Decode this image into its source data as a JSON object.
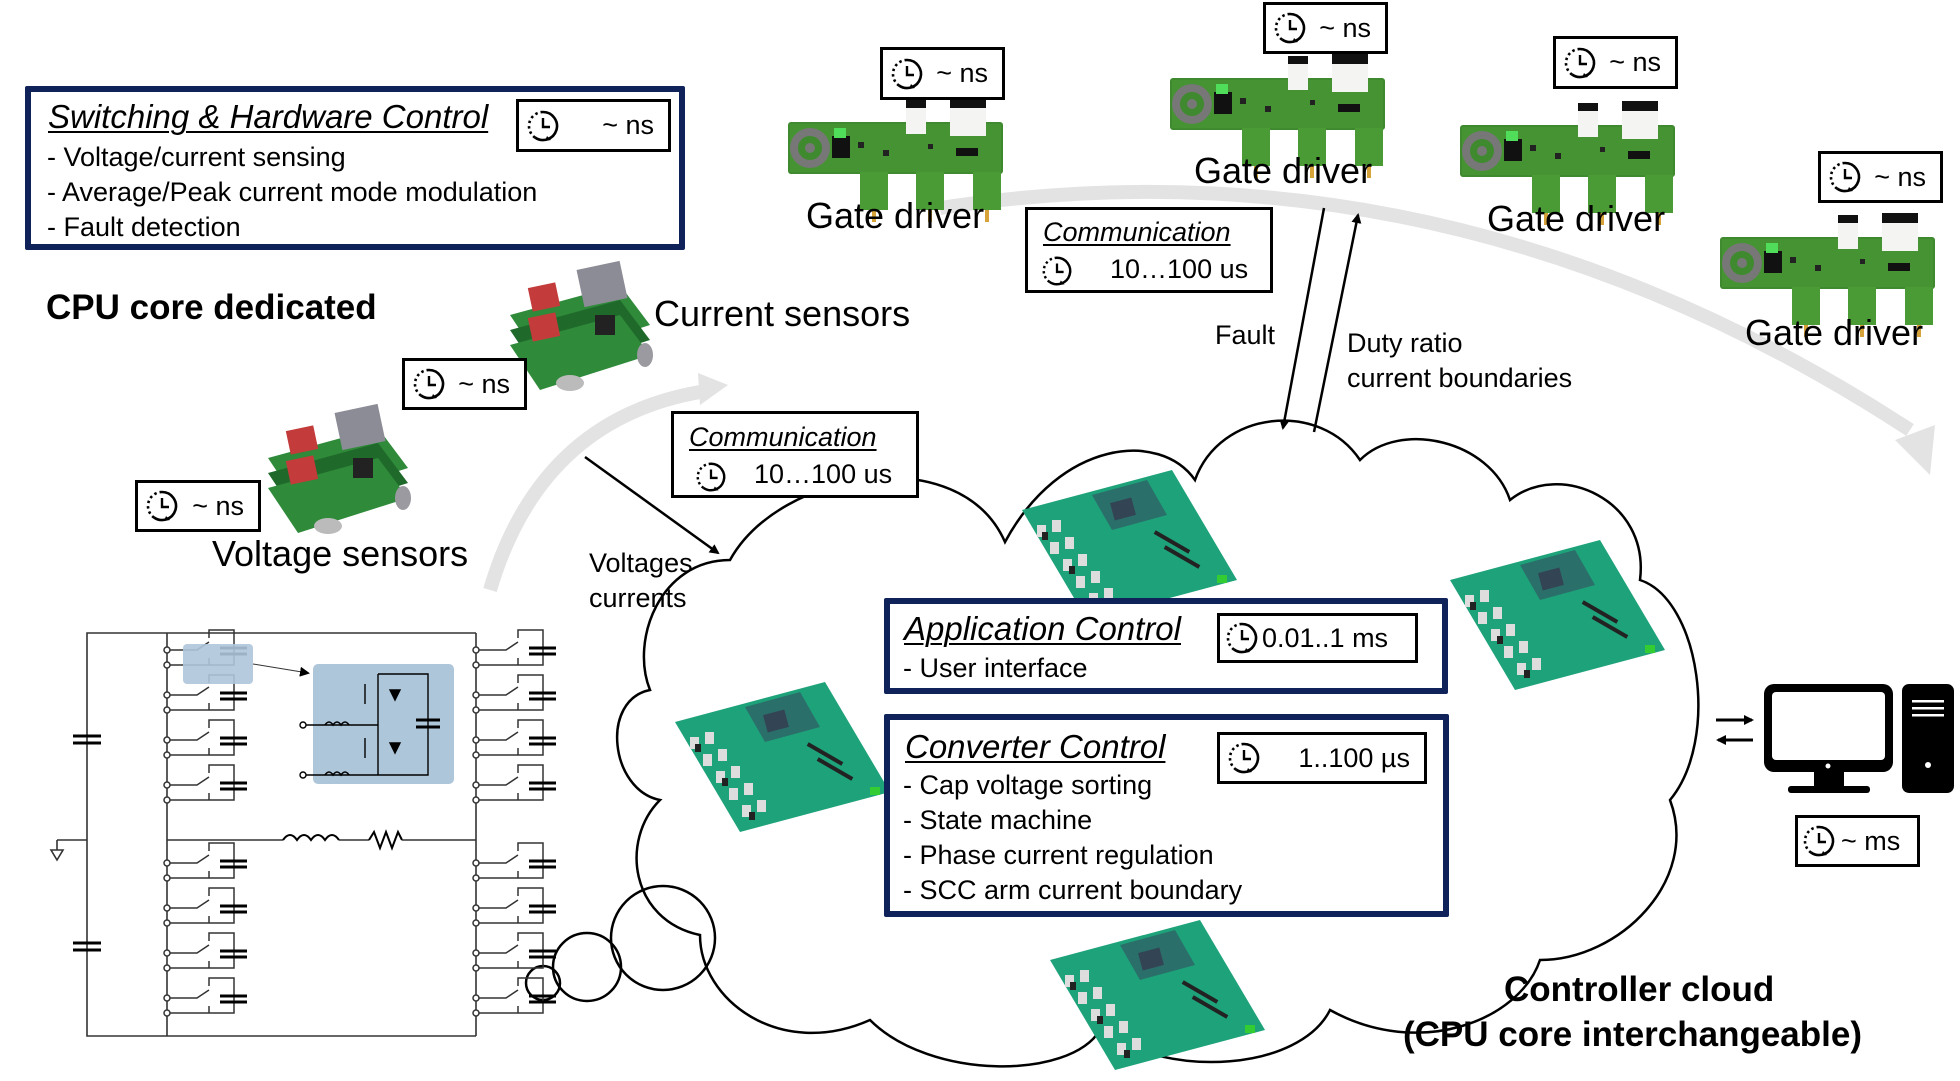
{
  "switching_box": {
    "title": "Switching & Hardware Control",
    "timing": "~ ns",
    "bullets": [
      "- Voltage/current sensing",
      "- Average/Peak current mode modulation",
      "- Fault detection"
    ]
  },
  "cpu_core_dedicated": "CPU core dedicated",
  "sensors": {
    "current": {
      "label": "Current sensors",
      "timing": "~ ns"
    },
    "voltage": {
      "label": "Voltage sensors",
      "timing": "~ ns"
    }
  },
  "gate_drivers": [
    {
      "label": "Gate driver",
      "timing": "~ ns"
    },
    {
      "label": "Gate driver",
      "timing": "~ ns"
    },
    {
      "label": "Gate driver",
      "timing": "~ ns"
    },
    {
      "label": "Gate driver",
      "timing": "~ ns"
    }
  ],
  "communication": [
    {
      "title": "Communication",
      "timing": "10…100 us"
    },
    {
      "title": "Communication",
      "timing": "10…100 us"
    }
  ],
  "signals": {
    "fault": "Fault",
    "duty_ratio_line1": "Duty ratio",
    "duty_ratio_line2": "current boundaries",
    "voltages_line1": "Voltages",
    "voltages_line2": "currents"
  },
  "application_box": {
    "title": "Application Control",
    "timing": "0.01..1 ms",
    "bullets": [
      "- User interface"
    ]
  },
  "converter_box": {
    "title": "Converter Control",
    "timing": "1..100 µs",
    "bullets": [
      "- Cap voltage sorting",
      "- State machine",
      "- Phase current regulation",
      "- SCC arm current boundary"
    ]
  },
  "pc": {
    "timing": "~ ms"
  },
  "cloud_label": {
    "line1": "Controller cloud",
    "line2": "(CPU core interchangeable)"
  },
  "colors": {
    "navy": "#0f2259",
    "pcb_green": "#3f8a2e",
    "highlight_blue": "#aec6da",
    "arc_grey": "#e3e3e3"
  }
}
